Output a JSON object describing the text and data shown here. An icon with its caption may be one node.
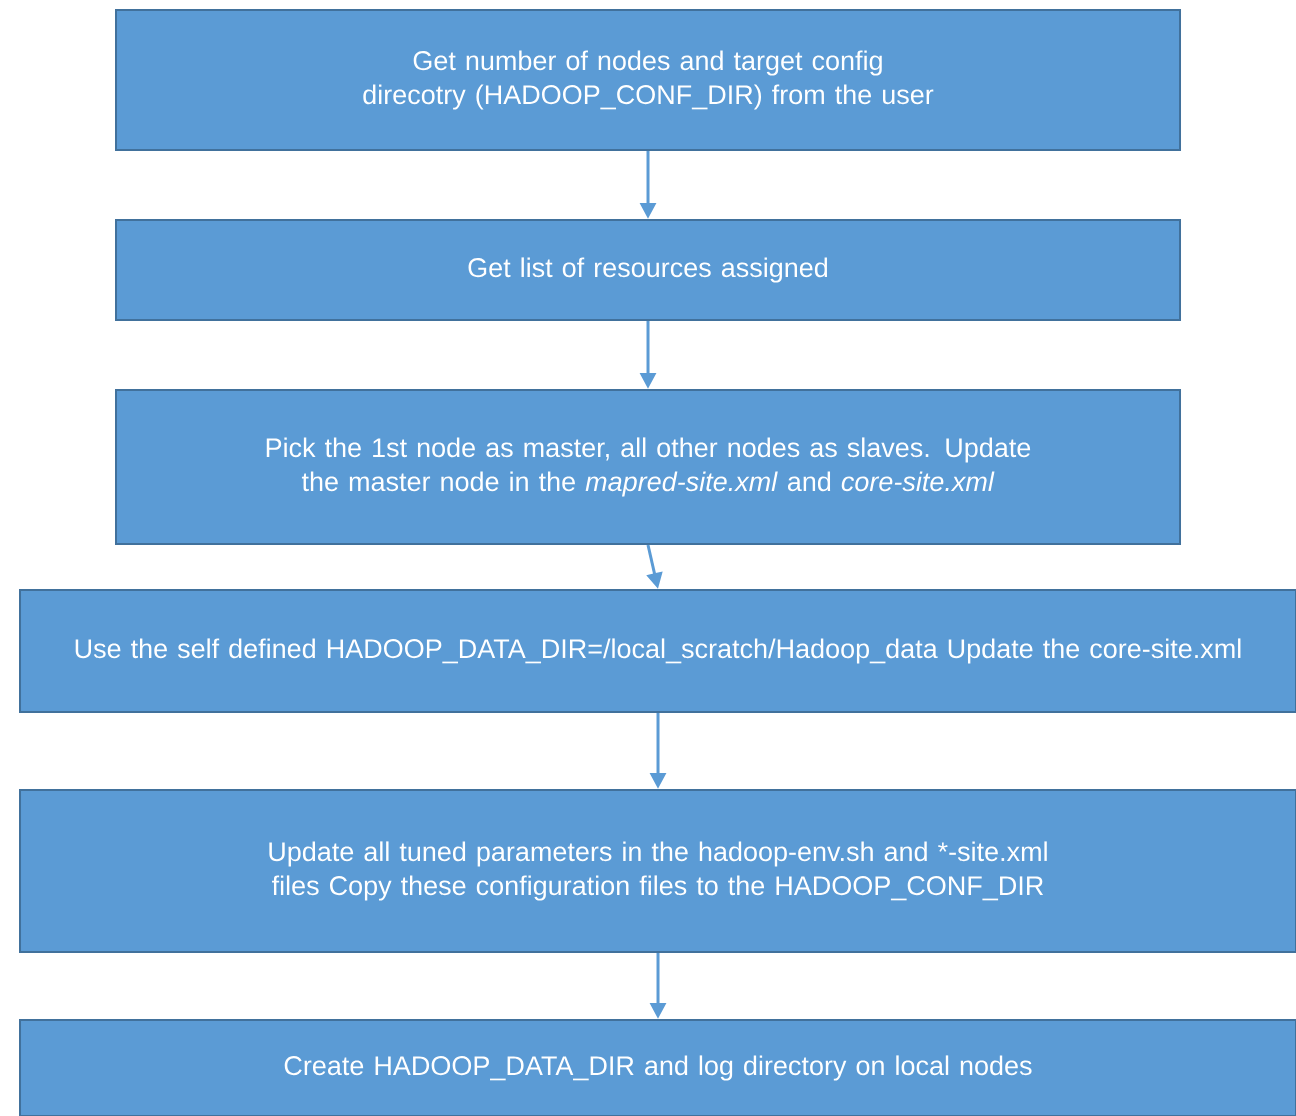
{
  "diagram": {
    "nodes": [
      {
        "text": [
          "Get number of nodes and target config direcotry (HADOOP_CONF_DIR) from the user"
        ]
      },
      {
        "text": [
          "Get list of resources assigned"
        ]
      },
      {
        "text": [
          "Pick the 1st node as master, all other nodes as slaves. Update the master node in the *mapred-site.xml* and *core-site.xml*"
        ]
      },
      {
        "text": [
          "Use the self defined HADOOP_DATA_DIR=/local_scratch/Hadoop_data Update the core-site.xml"
        ]
      },
      {
        "text": [
          "Update all tuned parameters in the hadoop-env.sh and *-site.xml files Copy these configuration files to the HADOOP_CONF_DIR"
        ]
      },
      {
        "text": [
          "Create HADOOP_DATA_DIR and log directory on local nodes"
        ]
      }
    ],
    "edges": [
      {
        "from": 0,
        "to": 1,
        "arrow": "to"
      },
      {
        "from": 1,
        "to": 2,
        "arrow": "to"
      },
      {
        "from": 2,
        "to": 3,
        "arrow": "to"
      },
      {
        "from": 3,
        "to": 4,
        "arrow": "to"
      },
      {
        "from": 4,
        "to": 5,
        "arrow": "to"
      }
    ]
  }
}
